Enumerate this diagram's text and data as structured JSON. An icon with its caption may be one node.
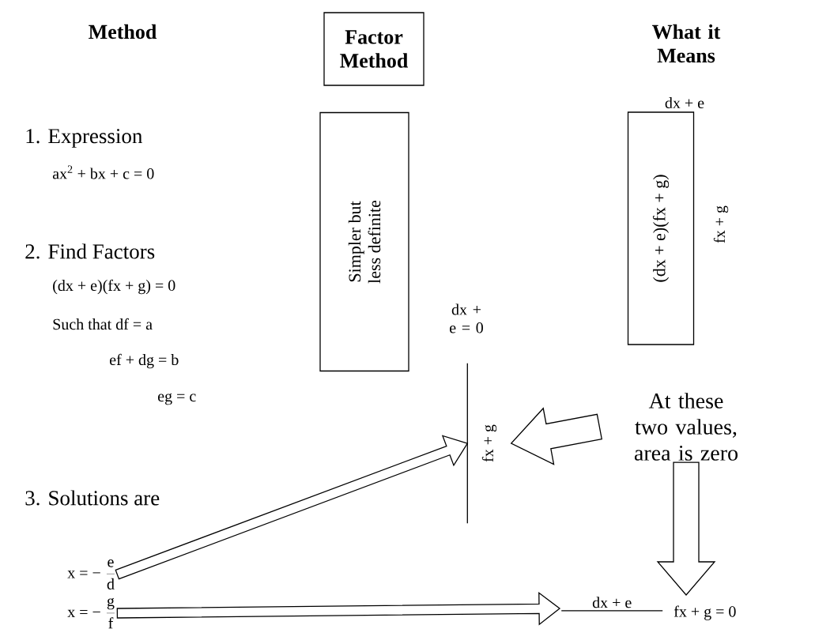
{
  "diagram": {
    "nodes": [
      {
        "text": [
          "Factor Method"
        ]
      },
      {
        "text": [
          "Simpler but less definite"
        ]
      },
      {
        "text": [
          "(dx + e)(fx + g)"
        ],
        "beside": [
          "dx + e",
          "fx + g"
        ]
      },
      {
        "text": [
          "At these two values, area is zero"
        ]
      },
      {
        "text": [
          "x = −",
          "e",
          "d"
        ]
      },
      {
        "text": [
          "x = −",
          "g",
          "f"
        ]
      },
      {
        "text": [
          "fx + g"
        ],
        "beside": [
          "dx + e = 0"
        ]
      },
      {
        "text": [
          "dx + e",
          "fx + g = 0"
        ]
      }
    ],
    "edges": [
      {
        "from": 4,
        "to": 6,
        "arrow": "to"
      },
      {
        "from": 3,
        "to": 6,
        "arrow": "to"
      },
      {
        "from": 3,
        "to": 7,
        "arrow": "to"
      },
      {
        "from": 5,
        "to": 7,
        "arrow": "to"
      }
    ],
    "labels": [
      "Method",
      "What it Means",
      "1. Expression",
      "ax$^{2}$ + bx + c = 0",
      "2. Find Factors",
      "(dx + e)(fx + g) = 0",
      "Such that df = a",
      "ef + dg = b",
      "eg = c",
      "3. Solutions are"
    ]
  }
}
